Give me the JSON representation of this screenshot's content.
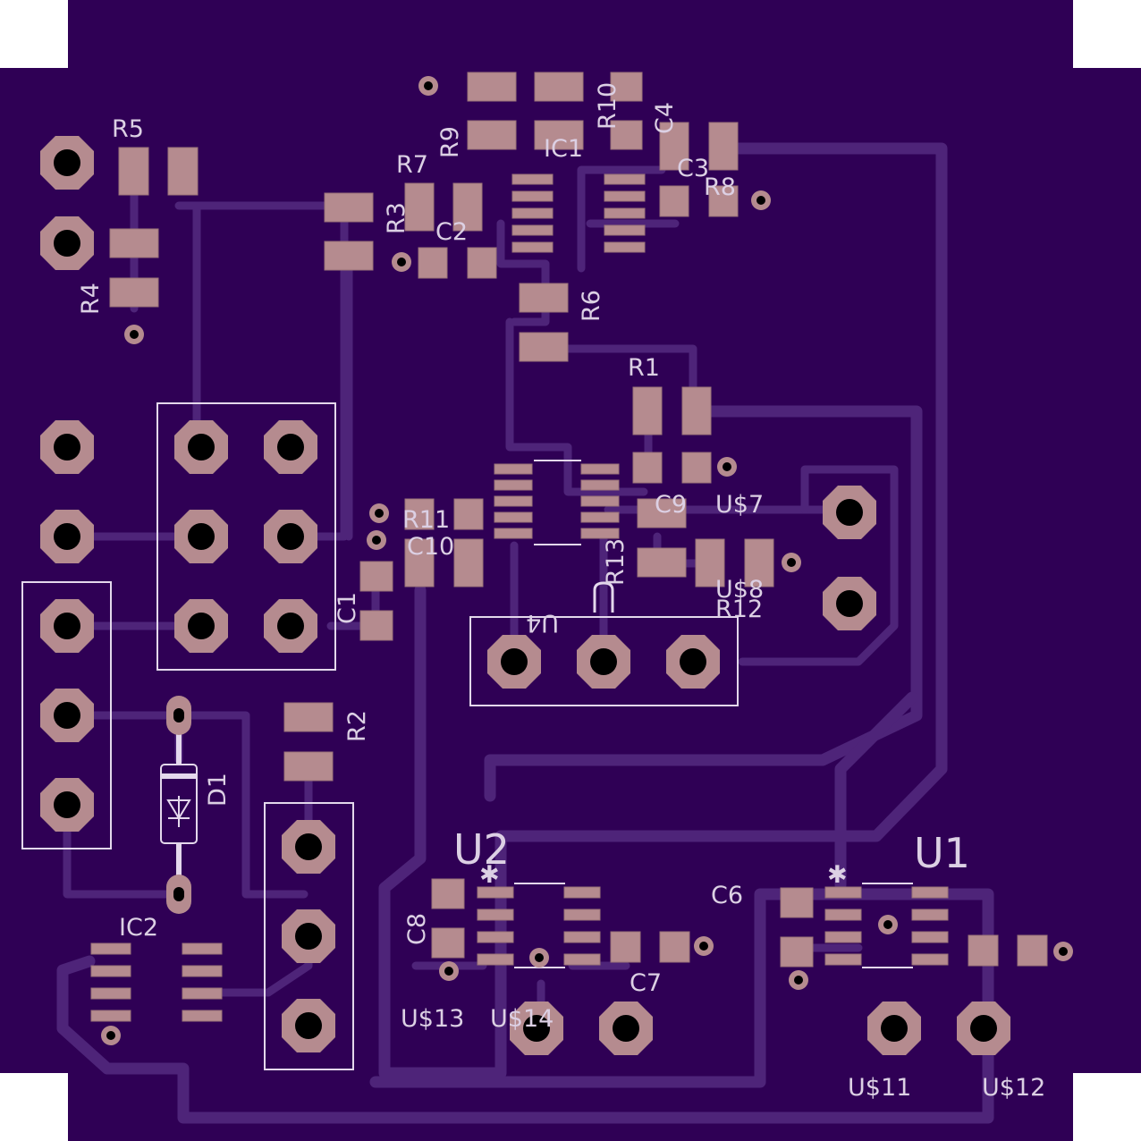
{
  "colors": {
    "board": "#2f0055",
    "trace": "#4e2479",
    "pad": "#b58b8f",
    "silkscreen": "#dcd0e4",
    "drill": "#000000"
  },
  "labels": {
    "R5": "R5",
    "R4": "R4",
    "R7": "R7",
    "R3": "R3",
    "R9": "R9",
    "R10": "R10",
    "IC1": "IC1",
    "C4": "C4",
    "C3": "C3",
    "R8": "R8",
    "C2": "C2",
    "R6": "R6",
    "R1": "R1",
    "C9": "C9",
    "U7": "U$7",
    "R11": "R11",
    "C10": "C10",
    "R13": "R13",
    "U8": "U$8",
    "R12": "R12",
    "U4": "U4",
    "C1": "C1",
    "R2": "R2",
    "D1": "D1",
    "IC2": "IC2",
    "U2": "U2",
    "U1": "U1",
    "C8": "C8",
    "C6": "C6",
    "C7": "C7",
    "U13": "U$13",
    "U14": "U$14",
    "U11": "U$11",
    "U12": "U$12"
  }
}
